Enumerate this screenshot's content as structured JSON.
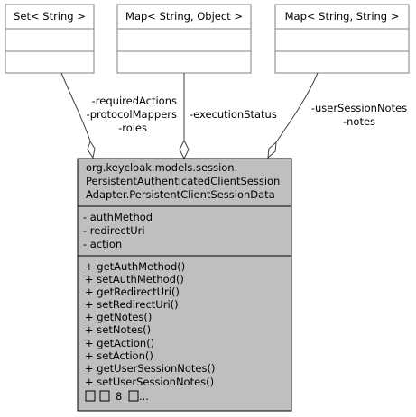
{
  "top_classes": [
    {
      "name": "Set< String >"
    },
    {
      "name": "Map< String, Object >"
    },
    {
      "name": "Map< String, String >"
    }
  ],
  "main_class": {
    "name_lines": [
      "org.keycloak.models.session.",
      "PersistentAuthenticatedClientSession",
      "Adapter.PersistentClientSessionData"
    ],
    "attributes": [
      "- authMethod",
      "- redirectUri",
      "- action"
    ],
    "methods": [
      "+ getAuthMethod()",
      "+ setAuthMethod()",
      "+ getRedirectUri()",
      "+ setRedirectUri()",
      "+ getNotes()",
      "+ setNotes()",
      "+ getAction()",
      "+ setAction()",
      "+ getUserSessionNotes()",
      "+ setUserSessionNotes()"
    ],
    "more_methods": "8"
  },
  "edges": [
    {
      "from": "Set< String >",
      "labels": [
        "-requiredActions",
        "-protocolMappers",
        "-roles"
      ]
    },
    {
      "from": "Map< String, Object >",
      "labels": [
        "-executionStatus"
      ]
    },
    {
      "from": "Map< String, String >",
      "labels": [
        "-userSessionNotes",
        "-notes"
      ]
    }
  ],
  "colors": {
    "top_class_fill": "#ffffff",
    "main_class_fill": "#bfbfbf",
    "border": "#808080",
    "edge": "#404040"
  }
}
